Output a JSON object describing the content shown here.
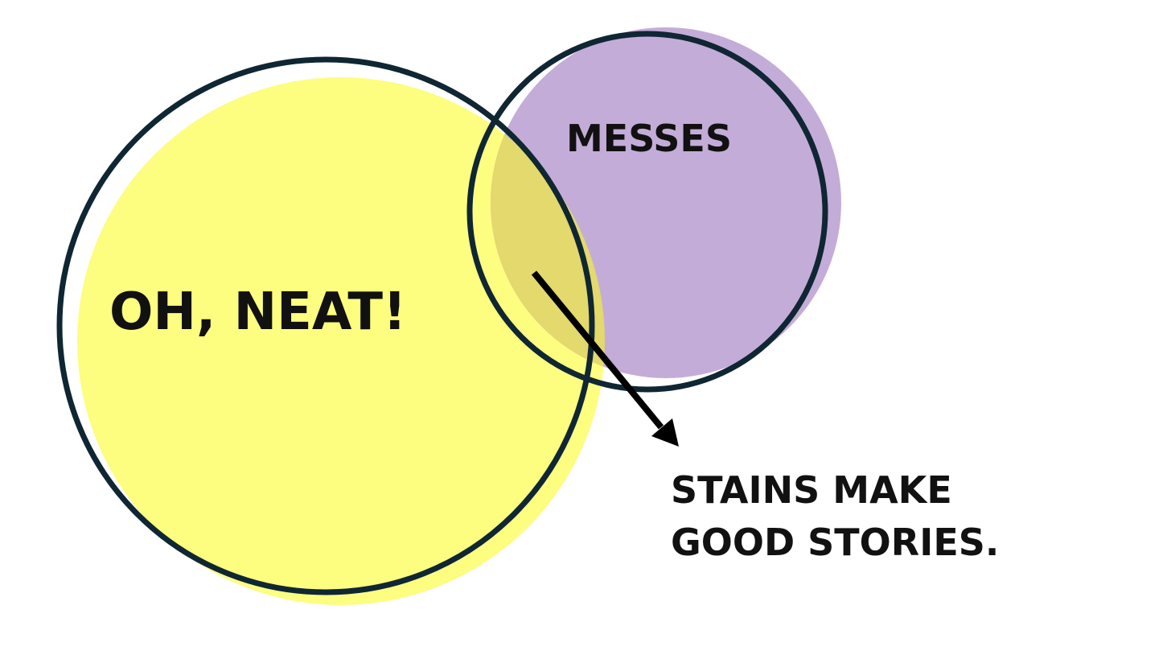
{
  "diagram": {
    "type": "venn",
    "sets": [
      {
        "id": "neat",
        "label": "OH, NEAT!",
        "fill_color": "#fdfd80"
      },
      {
        "id": "messes",
        "label": "MESSES",
        "fill_color": "#c4acd8"
      }
    ],
    "overlap_color": "#e3d96c",
    "outline_color": "#0f2633",
    "callout": {
      "lines": [
        "STAINS MAKE",
        "GOOD STORIES."
      ],
      "points_to": "overlap"
    }
  }
}
